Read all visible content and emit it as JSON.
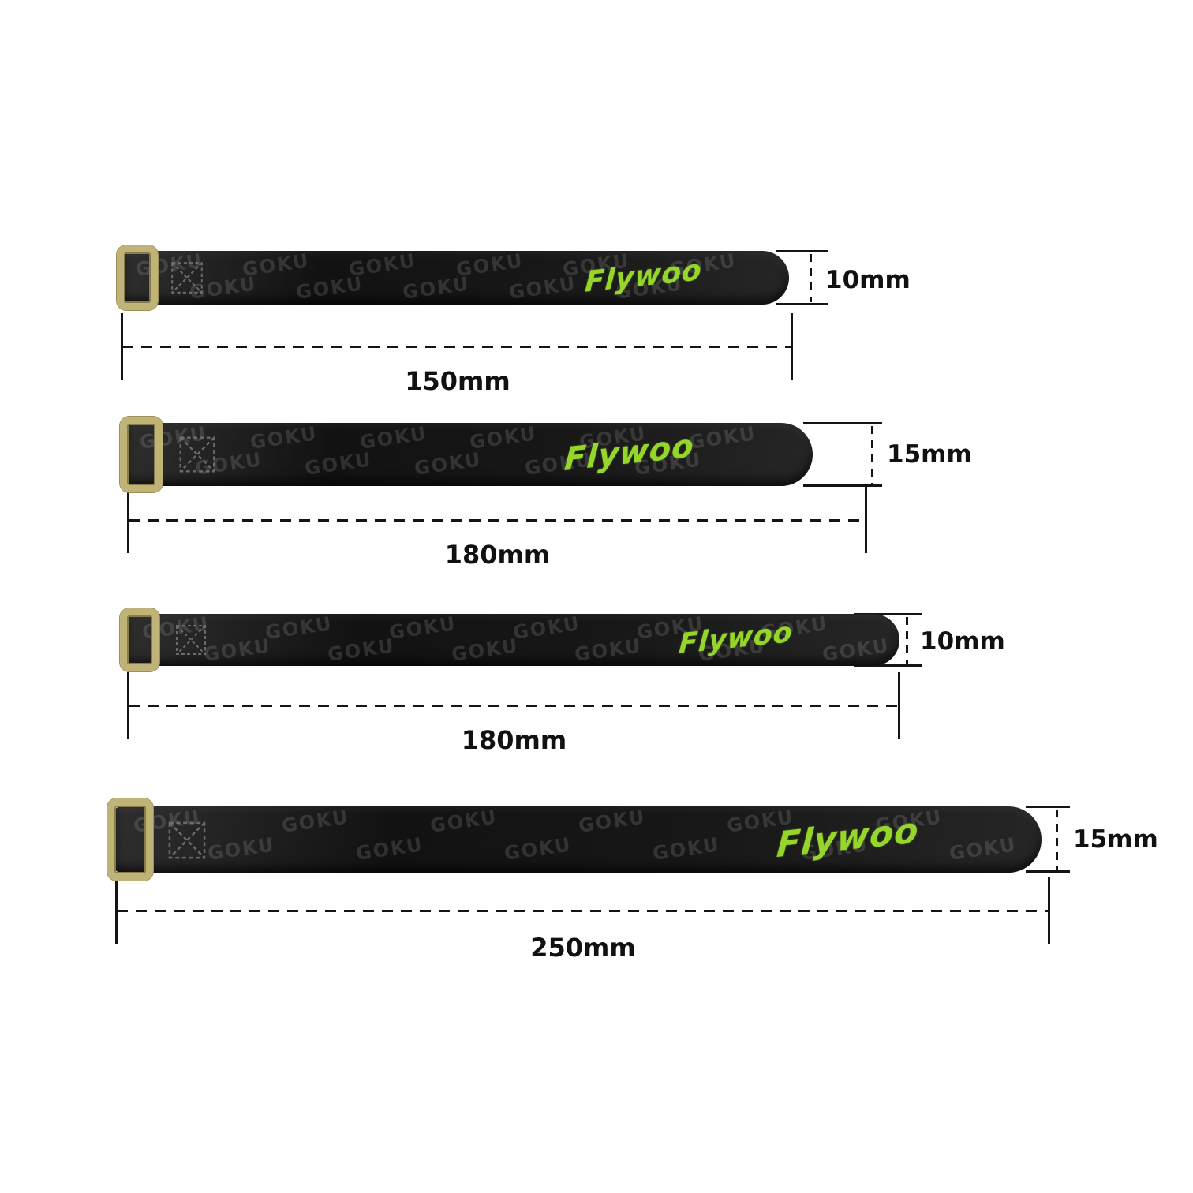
{
  "brand": {
    "logo_text": "Flywoo",
    "watermark_text": "GOKU",
    "logo_color": "#96d62a",
    "buckle_color": "#c0b377",
    "strap_color": "#171717"
  },
  "colors": {
    "background": "#ffffff",
    "dimension_line": "#141414",
    "label_text": "#111111"
  },
  "straps": [
    {
      "name": "strap-150x10",
      "length_label": "150mm",
      "width_label": "10mm"
    },
    {
      "name": "strap-180x15",
      "length_label": "180mm",
      "width_label": "15mm"
    },
    {
      "name": "strap-180x10",
      "length_label": "180mm",
      "width_label": "10mm"
    },
    {
      "name": "strap-250x15",
      "length_label": "250mm",
      "width_label": "15mm"
    }
  ]
}
